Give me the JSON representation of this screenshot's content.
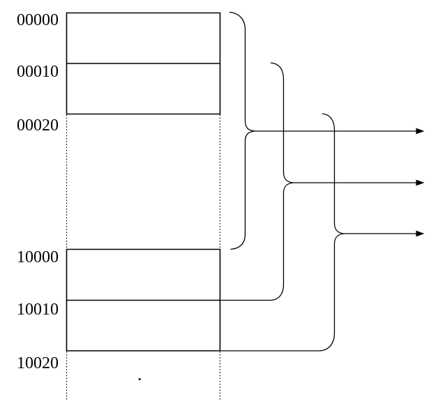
{
  "diagram": {
    "address_labels": [
      "00000",
      "00010",
      "00020",
      "10000",
      "10010",
      "10020"
    ],
    "ellipsis_dot": ".",
    "colors": {
      "line": "#000000",
      "background": "#ffffff"
    }
  }
}
